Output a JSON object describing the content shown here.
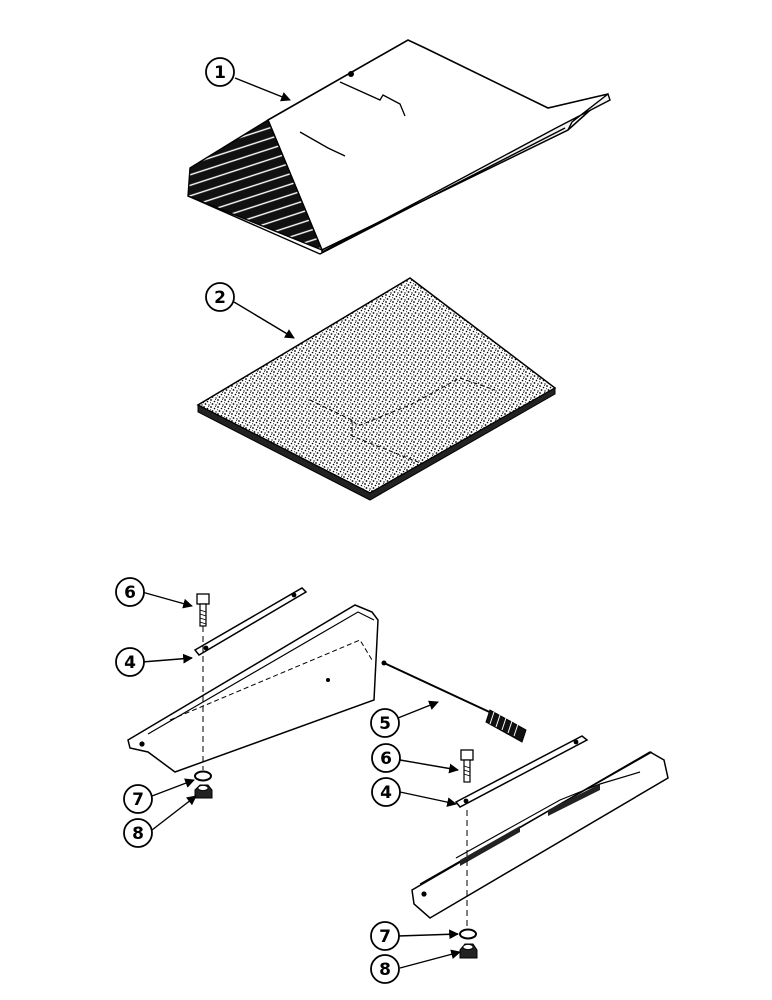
{
  "callouts": [
    {
      "id": "c1a",
      "label": "1"
    },
    {
      "id": "c2a",
      "label": "2"
    },
    {
      "id": "c6a",
      "label": "6"
    },
    {
      "id": "c4a",
      "label": "4"
    },
    {
      "id": "c7a",
      "label": "7"
    },
    {
      "id": "c8a",
      "label": "8"
    },
    {
      "id": "c5a",
      "label": "5"
    },
    {
      "id": "c6b",
      "label": "6"
    },
    {
      "id": "c4b",
      "label": "4"
    },
    {
      "id": "c7b",
      "label": "7"
    },
    {
      "id": "c8b",
      "label": "8"
    }
  ],
  "colors": {
    "ink": "#000000",
    "paper": "#ffffff",
    "mat": "#9a9a9a"
  }
}
